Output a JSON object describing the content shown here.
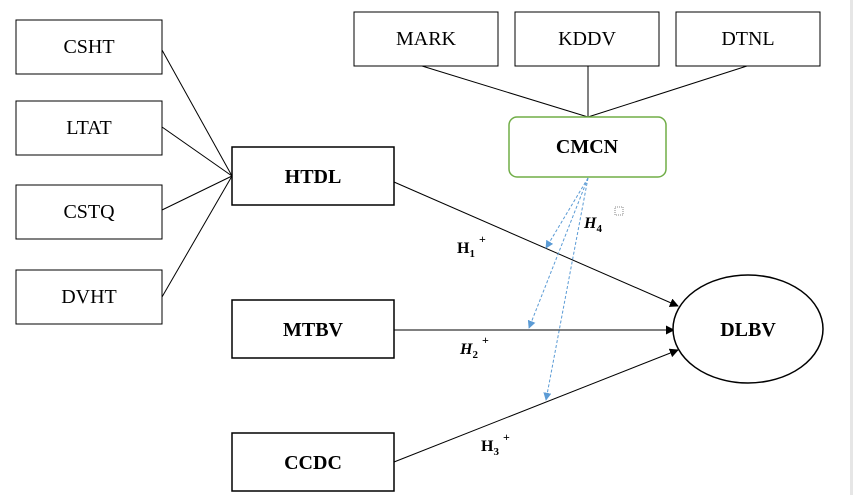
{
  "diagram": {
    "indicators_left": [
      "CSHT",
      "LTAT",
      "CSTQ",
      "DVHT"
    ],
    "indicators_top": [
      "MARK",
      "KDDV",
      "DTNL"
    ],
    "constructs": {
      "htdl": "HTDL",
      "mtbv": "MTBV",
      "ccdc": "CCDC",
      "cmcn": "CMCN",
      "dlbv": "DLBV"
    },
    "hypotheses": {
      "h1": {
        "letter": "H",
        "index": "1",
        "sign": "+"
      },
      "h2": {
        "letter": "H",
        "index": "2",
        "sign": "+"
      },
      "h3": {
        "letter": "H",
        "index": "3",
        "sign": "+"
      },
      "h4": {
        "letter": "H",
        "index": "4"
      }
    },
    "colors": {
      "moderator_border": "#70ad47",
      "moderator_arrow": "#5b9bd5",
      "line": "#000000"
    }
  }
}
